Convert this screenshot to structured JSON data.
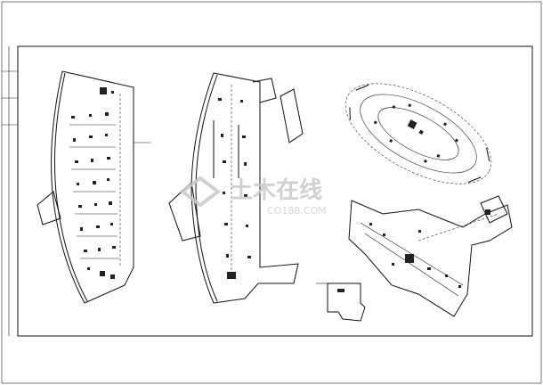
{
  "drawing": {
    "line_color": "#111111",
    "background": "#ffffff",
    "watermark_color": "#c9c9c9"
  },
  "watermark": {
    "brand_cn": "土木在线",
    "domain": "CO188.COM"
  },
  "plans": [
    {
      "name": "curved-floor-plan-a"
    },
    {
      "name": "curved-floor-plan-b"
    },
    {
      "name": "elliptical-plan"
    },
    {
      "name": "diagonal-wing-plan"
    },
    {
      "name": "small-detail-plan"
    }
  ]
}
